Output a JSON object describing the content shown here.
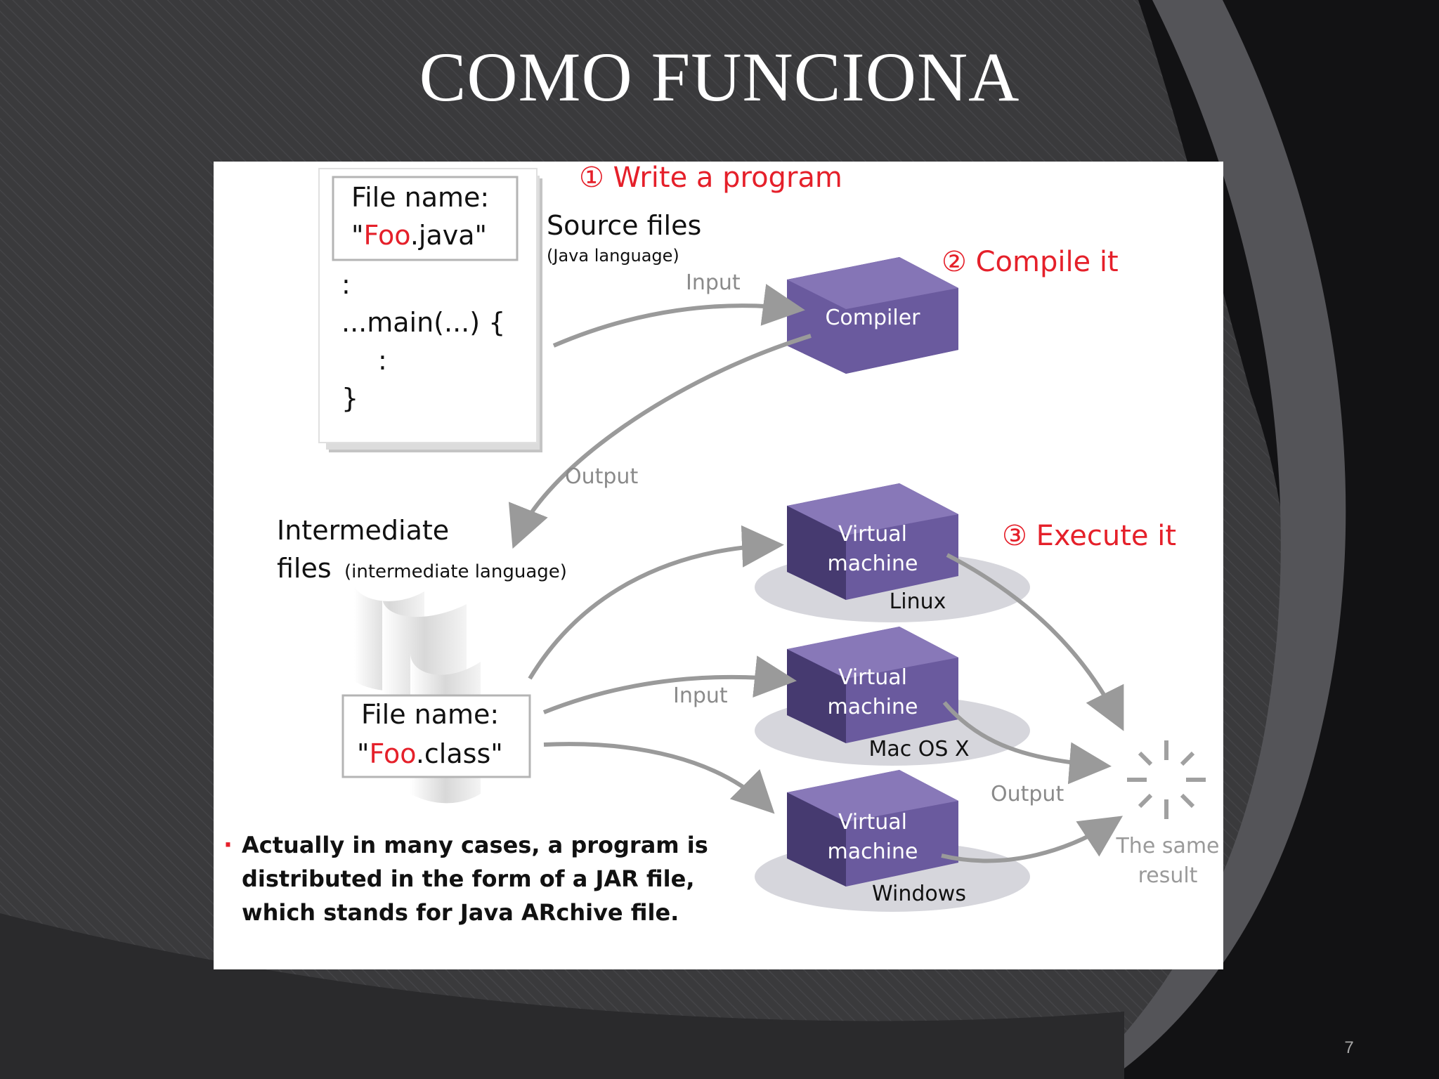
{
  "slide": {
    "title": "COMO FUNCIONA",
    "number": "7"
  },
  "colors": {
    "background": "#3a3a3c",
    "swoosh_light": "#5a5a5e",
    "swoosh_dark": "#111113",
    "box_front": "#5c4c8e",
    "box_top": "#8878b8",
    "box_side": "#463a70",
    "accent_red": "#e5202a"
  },
  "diagram": {
    "step1": "① Write a program",
    "step2": "② Compile it",
    "step3": "③ Execute it",
    "source_file": {
      "name_label": "File name:",
      "name_quote_open": "\"",
      "name_red": "Foo",
      "name_rest": ".java\"",
      "code": [
        ":",
        "...main(...) {",
        ":",
        "}"
      ],
      "caption": "Source files",
      "sub_caption": "(Java language)"
    },
    "compiler_label": "Compiler",
    "input_top": "Input",
    "output_mid": "Output",
    "intermediate": {
      "caption_line1": "Intermediate",
      "caption_line2": "files",
      "sub_caption": "(intermediate language)",
      "name_label": "File name:",
      "name_quote_open": "\"",
      "name_red": "Foo",
      "name_rest": ".class\""
    },
    "vms": [
      {
        "line1": "Virtual",
        "line2": "machine",
        "os": "Linux"
      },
      {
        "line1": "Virtual",
        "line2": "machine",
        "os": "Mac OS X"
      },
      {
        "line1": "Virtual",
        "line2": "machine",
        "os": "Windows"
      }
    ],
    "input_bottom": "Input",
    "output_right": "Output",
    "result_line1": "The same",
    "result_line2": "result",
    "note_bullet": "·",
    "note_lines": [
      "Actually in many cases, a program is",
      "distributed in the form of a JAR file,",
      "which stands for Java ARchive file."
    ]
  }
}
